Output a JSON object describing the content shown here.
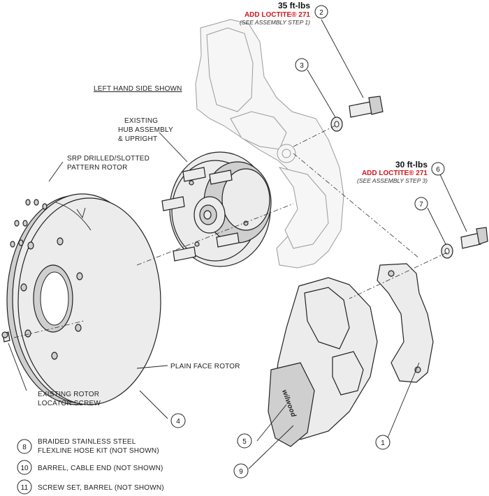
{
  "header": {
    "side_note": "LEFT HAND SIDE SHOWN"
  },
  "torque_specs": [
    {
      "value": "35 ft-lbs",
      "loctite": "ADD LOCTITE® 271",
      "note": "(SEE ASSEMBLY STEP 1)"
    },
    {
      "value": "30 ft-lbs",
      "loctite": "ADD LOCTITE® 271",
      "note": "(SEE ASSEMBLY STEP 3)"
    }
  ],
  "labels": {
    "hub": [
      "EXISTING",
      "HUB ASSEMBLY",
      "& UPRIGHT"
    ],
    "rotor": [
      "SRP DRILLED/SLOTTED",
      "PATTERN ROTOR"
    ],
    "plain_rotor": "PLAIN FACE ROTOR",
    "locator": [
      "EXISTING ROTOR",
      "LOCATOR SCREW"
    ]
  },
  "callouts": [
    "1",
    "2",
    "3",
    "4",
    "5",
    "6",
    "7",
    "9"
  ],
  "legend": [
    {
      "number": "8",
      "lines": [
        "BRAIDED STAINLESS STEEL",
        "FLEXLINE HOSE KIT (NOT SHOWN)"
      ]
    },
    {
      "number": "10",
      "lines": [
        "BARREL, CABLE END (NOT SHOWN)"
      ]
    },
    {
      "number": "11",
      "lines": [
        "SCREW SET, BARREL (NOT SHOWN)"
      ]
    }
  ],
  "caliper_brand": "wilwood",
  "colors": {
    "loctite_red": "#d0161b",
    "line": "#222222"
  }
}
